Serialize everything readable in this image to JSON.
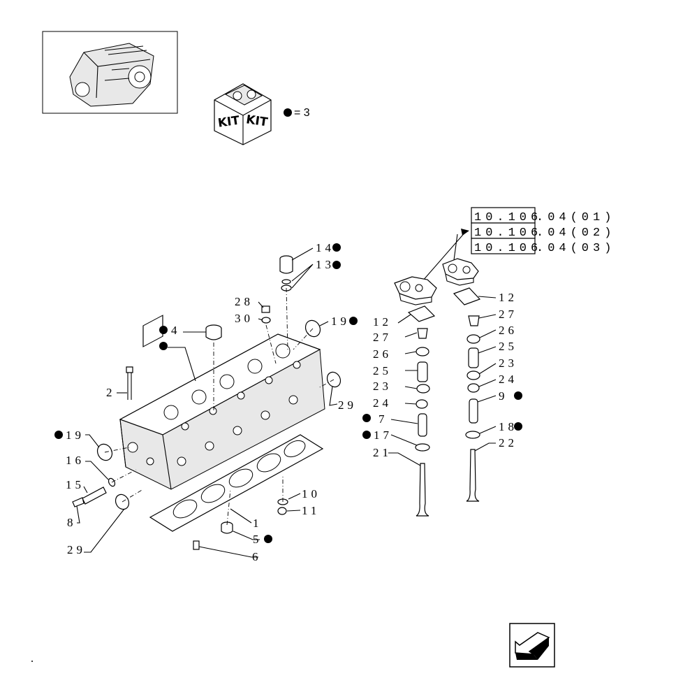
{
  "kit_legend": {
    "kit_text_left": "KIT",
    "kit_text_right": "KIT",
    "equals_text": "= 3"
  },
  "reference_codes": [
    {
      "code": "10.106",
      "suffix": ".04(01)"
    },
    {
      "code": "10.106",
      "suffix": ".04(02)"
    },
    {
      "code": "10.106",
      "suffix": ".04(03)"
    }
  ],
  "callouts": {
    "c14": "14",
    "c13": "13",
    "c28": "28",
    "c30": "30",
    "c4": "4",
    "c19a": "19",
    "c2": "2",
    "c29a": "29",
    "c19b": "19",
    "c16": "16",
    "c15": "15",
    "c8": "8",
    "c29b": "29",
    "c10": "10",
    "c11": "11",
    "c1": "1",
    "c5": "5",
    "c6": "6",
    "c12a": "12",
    "c27a": "27",
    "c26a": "26",
    "c25a": "25",
    "c23a": "23",
    "c24a": "24",
    "c7": "7",
    "c17": "17",
    "c21": "21",
    "c12b": "12",
    "c27b": "27",
    "c26b": "26",
    "c25b": "25",
    "c23b": "23",
    "c24b": "24",
    "c9": "9",
    "c18": "18",
    "c22": "22"
  },
  "colors": {
    "ink": "#000000",
    "paper": "#ffffff"
  },
  "icons": [
    "engine-thumbnail-icon",
    "kit-box-icon",
    "navigation-arrow-icon"
  ]
}
